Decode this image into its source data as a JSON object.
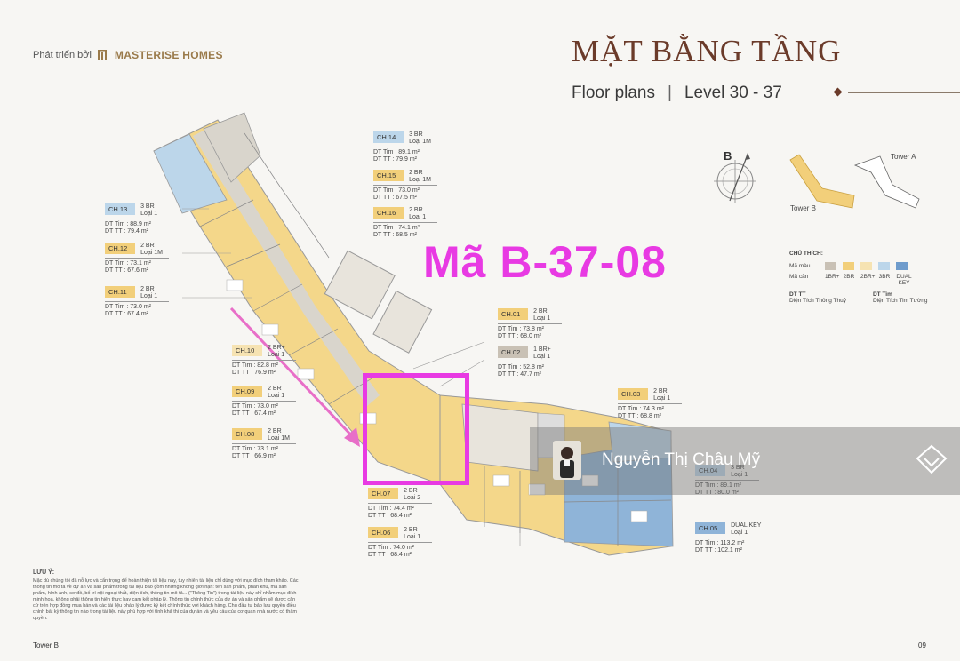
{
  "brand": {
    "prefix": "Phát triển bởi",
    "name": "MASTERISE HOMES"
  },
  "header": {
    "title": "MẶT BẰNG TẦNG",
    "subtitle_left": "Floor plans",
    "separator": "|",
    "subtitle_right": "Level  30 - 37"
  },
  "compass": {
    "label": "B",
    "tower_a": "Tower A",
    "tower_b": "Tower B"
  },
  "highlight_code": "Mã B-37-08",
  "units": [
    {
      "code": "CH.14",
      "type": "3 BR",
      "loai": "Loại 1M",
      "tim": "DT Tim  : 89.1 m²",
      "tt": "DT TT   : 79.9 m²"
    },
    {
      "code": "CH.15",
      "type": "2 BR",
      "loai": "Loại 1M",
      "tim": "DT Tim  : 73.0 m²",
      "tt": "DT TT   : 67.5 m²"
    },
    {
      "code": "CH.16",
      "type": "2 BR",
      "loai": "Loại 1",
      "tim": "DT Tim  : 74.1 m²",
      "tt": "DT TT   : 68.5 m²"
    },
    {
      "code": "CH.13",
      "type": "3 BR",
      "loai": "Loại 1",
      "tim": "DT Tim  : 88.9 m²",
      "tt": "DT TT   : 79.4 m²"
    },
    {
      "code": "CH.12",
      "type": "2 BR",
      "loai": "Loại 1M",
      "tim": "DT Tim  : 73.1 m²",
      "tt": "DT TT   : 67.6 m²"
    },
    {
      "code": "CH.11",
      "type": "2 BR",
      "loai": "Loại 1",
      "tim": "DT Tim  : 73.0 m²",
      "tt": "DT TT   : 67.4 m²"
    },
    {
      "code": "CH.01",
      "type": "2 BR",
      "loai": "Loại 1",
      "tim": "DT Tim  : 73.8 m²",
      "tt": "DT TT   : 68.0 m²"
    },
    {
      "code": "CH.02",
      "type": "1 BR+",
      "loai": "Loại 1",
      "tim": "DT Tim  : 52.8 m²",
      "tt": "DT TT   : 47.7 m²"
    },
    {
      "code": "CH.10",
      "type": "2 BR+",
      "loai": "Loại 1",
      "tim": "DT Tim  : 82.8 m²",
      "tt": "DT TT   : 76.9 m²"
    },
    {
      "code": "CH.09",
      "type": "2 BR",
      "loai": "Loại 1",
      "tim": "DT Tim  : 73.0 m²",
      "tt": "DT TT   : 67.4 m²"
    },
    {
      "code": "CH.08",
      "type": "2 BR",
      "loai": "Loại 1M",
      "tim": "DT Tim  : 73.1 m²",
      "tt": "DT TT   : 66.9 m²"
    },
    {
      "code": "CH.03",
      "type": "2 BR",
      "loai": "Loại 1",
      "tim": "DT Tim  : 74.3 m²",
      "tt": "DT TT   : 68.8 m²"
    },
    {
      "code": "CH.04",
      "type": "3 BR",
      "loai": "Loại 1",
      "tim": "DT Tim  : 89.1 m²",
      "tt": "DT TT   : 80.0 m²"
    },
    {
      "code": "CH.07",
      "type": "2 BR",
      "loai": "Loại 2",
      "tim": "DT Tim  : 74.4 m²",
      "tt": "DT TT   : 68.4 m²"
    },
    {
      "code": "CH.06",
      "type": "2 BR",
      "loai": "Loại 1",
      "tim": "DT Tim  : 74.0 m²",
      "tt": "DT TT   : 68.4 m²"
    },
    {
      "code": "CH.05",
      "type": "DUAL KEY",
      "loai": "Loại 1",
      "tim": "DT Tim  : 113.2 m²",
      "tt": "DT TT   : 102.1 m²"
    }
  ],
  "legend": {
    "title": "CHÚ THÍCH:",
    "ma_mau": "Mã màu",
    "ma_can": "Mã căn",
    "labels": [
      "1BR+",
      "2BR",
      "2BR+",
      "3BR",
      "DUAL KEY"
    ],
    "colors": [
      "#c9c1b5",
      "#f2cf7a",
      "#f6e3b2",
      "#bcd6ea",
      "#6f9ccc"
    ],
    "dt_tt": "DT TT",
    "dt_tt_desc": "Diện Tích Thông Thuỷ",
    "dt_tim": "DT Tim",
    "dt_tim_desc": "Diện Tích Tim Tường"
  },
  "note": {
    "title": "LƯU Ý:",
    "text": "Mặc dù chúng tôi đã nỗ lực và cẩn trọng để hoàn thiện tài liệu này, tuy nhiên tài liệu chỉ dùng với mục đích tham khảo. Các thông tin mô tả về dự án và sản phẩm trong tài liệu bao gồm nhưng không giới hạn: tên sản phẩm, phân khu, mã sản phẩm, hình ảnh, sơ đồ, bố trí nội ngoại thất, diện tích, thông tin mô tả... (\"Thông Tin\") trong tài liệu này chỉ nhằm mục đích minh họa, không phải thông tin hiện thực hay cam kết pháp lý. Thông tin chính thức của dự án và sản phẩm sẽ được căn cứ trên hợp đồng mua bán và các tài liệu pháp lý được ký kết chính thức với khách hàng. Chủ đầu tư bảo lưu quyền điều chỉnh bất kỳ thông tin nào trong tài liệu này phù hợp với tính khả thi của dự án và yêu cầu của cơ quan nhà nước có thẩm quyền."
  },
  "footer": {
    "left": "Tower B",
    "page": "09"
  },
  "watermark": {
    "name": "Nguyễn Thị Châu Mỹ"
  }
}
